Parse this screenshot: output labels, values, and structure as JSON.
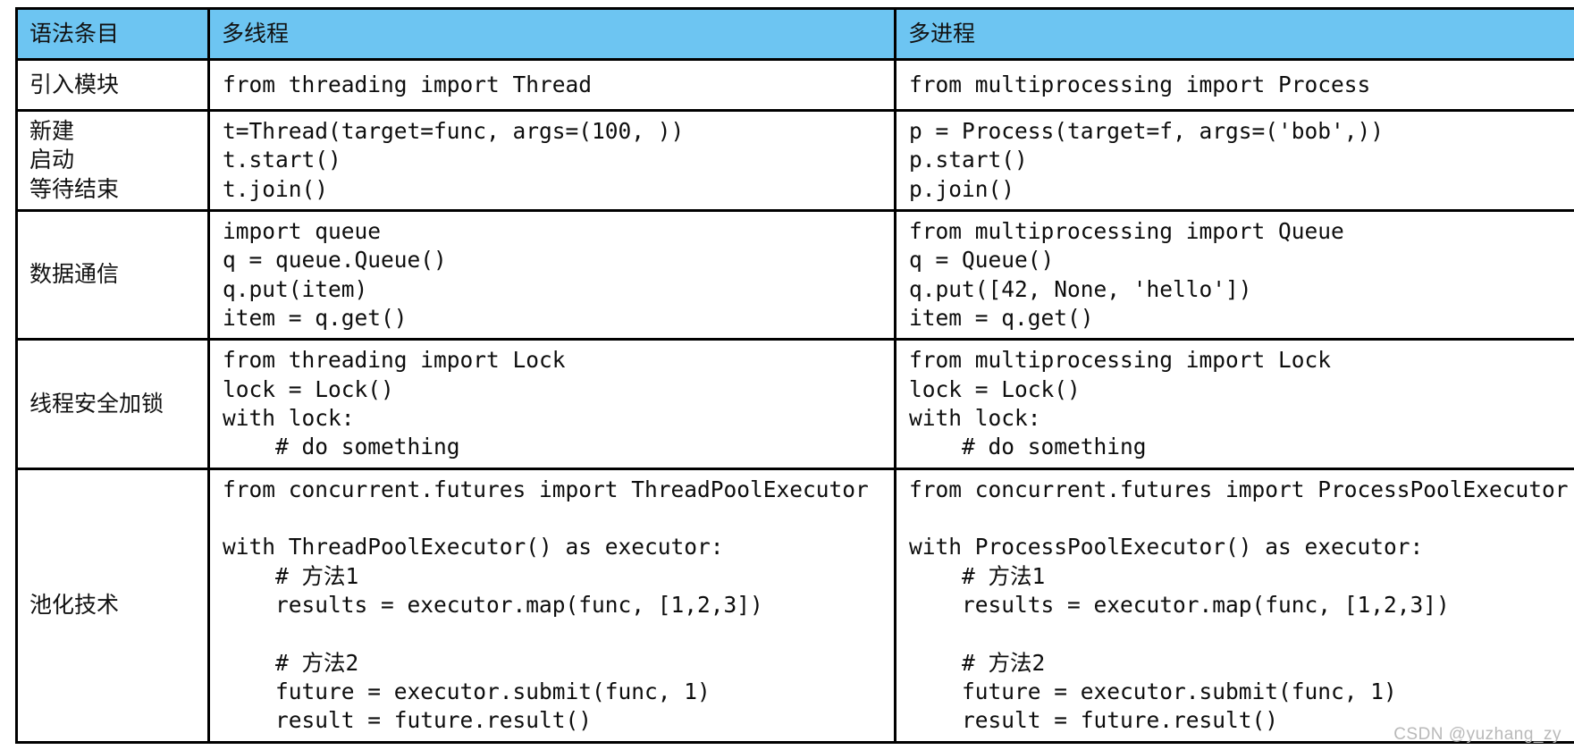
{
  "header": {
    "accent_color": "#6DC5F2",
    "columns": [
      "语法条目",
      "多线程",
      "多进程"
    ]
  },
  "rows": [
    {
      "label": "引入模块",
      "thread": "from threading import Thread",
      "process": "from multiprocessing import Process"
    },
    {
      "label": "新建\n启动\n等待结束",
      "thread": "t=Thread(target=func, args=(100, ))\nt.start()\nt.join()",
      "process": "p = Process(target=f, args=('bob',))\np.start()\np.join()"
    },
    {
      "label": "数据通信",
      "thread": "import queue\nq = queue.Queue()\nq.put(item)\nitem = q.get()",
      "process": "from multiprocessing import Queue\nq = Queue()\nq.put([42, None, 'hello'])\nitem = q.get()"
    },
    {
      "label": "线程安全加锁",
      "thread": "from threading import Lock\nlock = Lock()\nwith lock:\n    # do something",
      "process": "from multiprocessing import Lock\nlock = Lock()\nwith lock:\n    # do something"
    },
    {
      "label": "池化技术",
      "thread": "from concurrent.futures import ThreadPoolExecutor\n\nwith ThreadPoolExecutor() as executor:\n    # 方法1\n    results = executor.map(func, [1,2,3])\n\n    # 方法2\n    future = executor.submit(func, 1)\n    result = future.result()",
      "process": "from concurrent.futures import ProcessPoolExecutor\n\nwith ProcessPoolExecutor() as executor:\n    # 方法1\n    results = executor.map(func, [1,2,3])\n\n    # 方法2\n    future = executor.submit(func, 1)\n    result = future.result()"
    }
  ],
  "watermark": "CSDN @yuzhang_zy"
}
